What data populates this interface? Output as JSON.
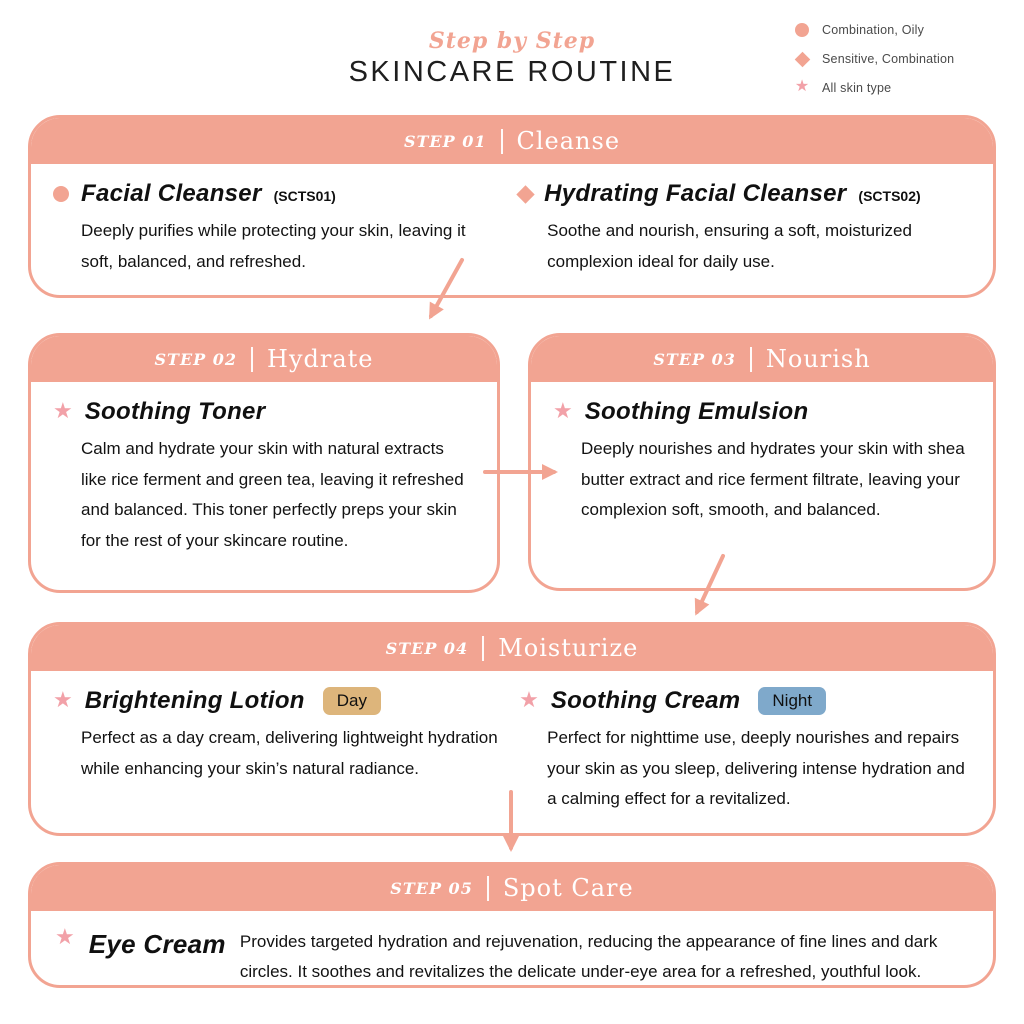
{
  "header": {
    "subtitle": "Step by Step",
    "title": "SKINCARE ROUTINE"
  },
  "legend": [
    {
      "icon": "circle-icon",
      "label": "Combination, Oily"
    },
    {
      "icon": "diamond-icon",
      "label": "Sensitive, Combination"
    },
    {
      "icon": "star-icon",
      "label": "All skin type"
    }
  ],
  "colors": {
    "salmon": "#F2A492",
    "star_pink": "#F2A1A8",
    "day_badge": "#DDB57B",
    "night_badge": "#7FA9CB"
  },
  "steps": [
    {
      "label": "STEP 01",
      "name": "Cleanse",
      "products": [
        {
          "icon": "circle-icon",
          "name": "Facial Cleanser",
          "code": "(SCTS01)",
          "description": "Deeply purifies while protecting your skin, leaving it soft, balanced, and refreshed."
        },
        {
          "icon": "diamond-icon",
          "name": "Hydrating Facial Cleanser",
          "code": "(SCTS02)",
          "description": "Soothe and nourish, ensuring a soft, moisturized complexion ideal for daily use."
        }
      ]
    },
    {
      "label": "STEP 02",
      "name": "Hydrate",
      "products": [
        {
          "icon": "star-icon",
          "name": "Soothing Toner",
          "description": "Calm and hydrate your skin with natural extracts like rice ferment and green tea, leaving it refreshed and balanced. This toner perfectly preps your skin for the rest of your skincare routine."
        }
      ]
    },
    {
      "label": "STEP 03",
      "name": "Nourish",
      "products": [
        {
          "icon": "star-icon",
          "name": "Soothing Emulsion",
          "description": "Deeply nourishes and hydrates your skin with shea butter extract and rice ferment filtrate, leaving your complexion soft, smooth, and balanced."
        }
      ]
    },
    {
      "label": "STEP 04",
      "name": "Moisturize",
      "products": [
        {
          "icon": "star-icon",
          "name": "Brightening Lotion",
          "badge": "Day",
          "description": "Perfect as a day cream, delivering lightweight hydration while enhancing your skin’s natural radiance."
        },
        {
          "icon": "star-icon",
          "name": "Soothing Cream",
          "badge": "Night",
          "description": "Perfect for nighttime use, deeply nourishes and repairs your skin as you sleep, delivering intense hydration and a calming effect for a revitalized."
        }
      ]
    },
    {
      "label": "STEP 05",
      "name": "Spot Care",
      "products": [
        {
          "icon": "star-icon",
          "name": "Eye Cream",
          "description": "Provides targeted hydration and rejuvenation, reducing the appearance of fine lines and dark circles. It soothes and revitalizes the delicate under-eye area for a refreshed, youthful look."
        }
      ]
    }
  ]
}
